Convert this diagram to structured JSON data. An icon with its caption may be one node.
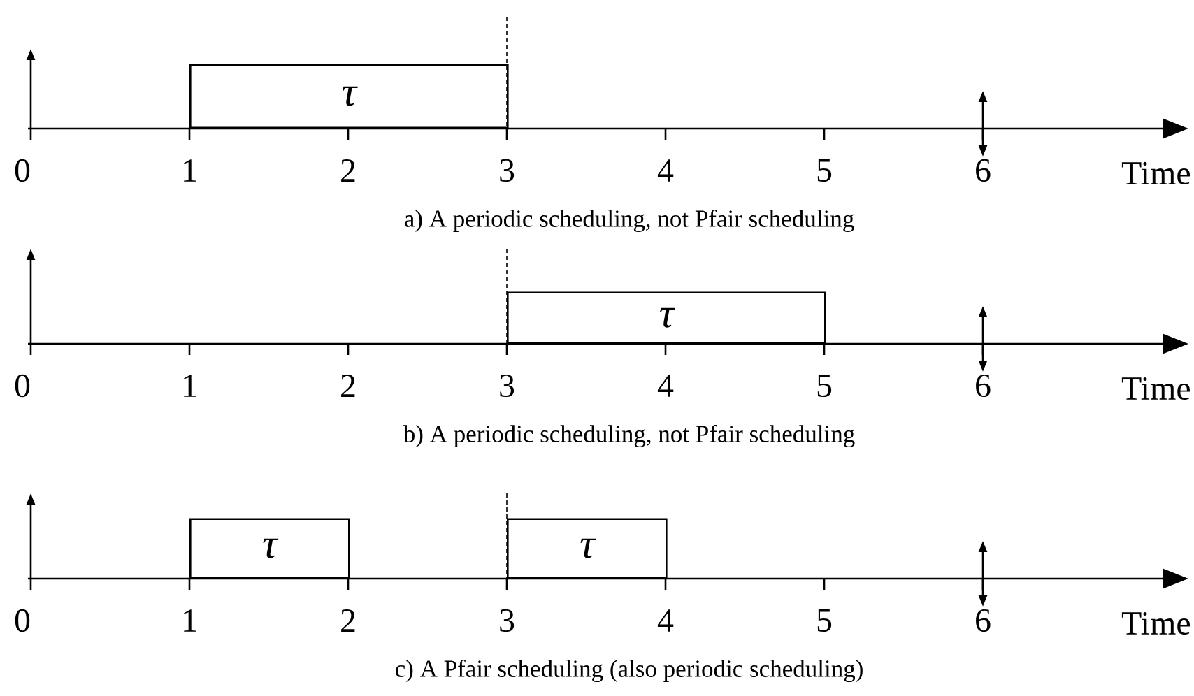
{
  "diagram": {
    "nodes": [
      {
        "text": [
          "τ"
        ]
      },
      {
        "text": [
          "τ"
        ]
      },
      {
        "text": [
          "τ"
        ]
      },
      {
        "text": [
          "τ"
        ]
      }
    ],
    "labels": [
      "0",
      "1",
      "2",
      "3",
      "4",
      "5",
      "6",
      "Time",
      "a) A periodic scheduling, not Pfair scheduling",
      "0",
      "1",
      "2",
      "3",
      "4",
      "5",
      "6",
      "Time",
      "b) A periodic scheduling, not Pfair scheduling",
      "0",
      "1",
      "2",
      "3",
      "4",
      "5",
      "6",
      "Time",
      "c) A Pfair scheduling (also periodic scheduling)"
    ]
  }
}
